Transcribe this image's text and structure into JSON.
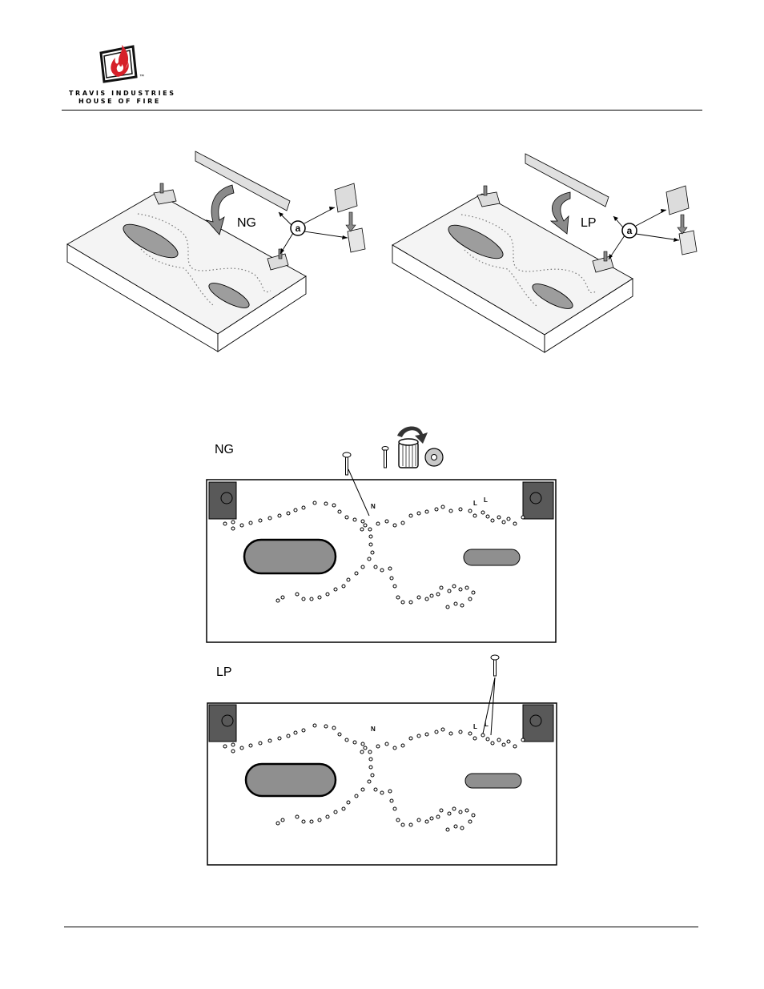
{
  "header": {
    "brand_line1": "TRAVIS INDUSTRIES",
    "brand_line2": "HOUSE OF FIRE",
    "trademark": "™",
    "accent_color": "#d6202a"
  },
  "figure_top": {
    "left": {
      "gas_label": "NG",
      "callout": "a"
    },
    "right": {
      "gas_label": "LP",
      "callout": "a"
    }
  },
  "figure_bottom": {
    "ng_panel": {
      "gas_label": "NG",
      "marker_n": "N",
      "marker_l1": "L",
      "marker_l2": "L"
    },
    "lp_panel": {
      "gas_label": "LP",
      "marker_n": "N",
      "marker_l1": "L",
      "marker_l2": "L"
    }
  }
}
